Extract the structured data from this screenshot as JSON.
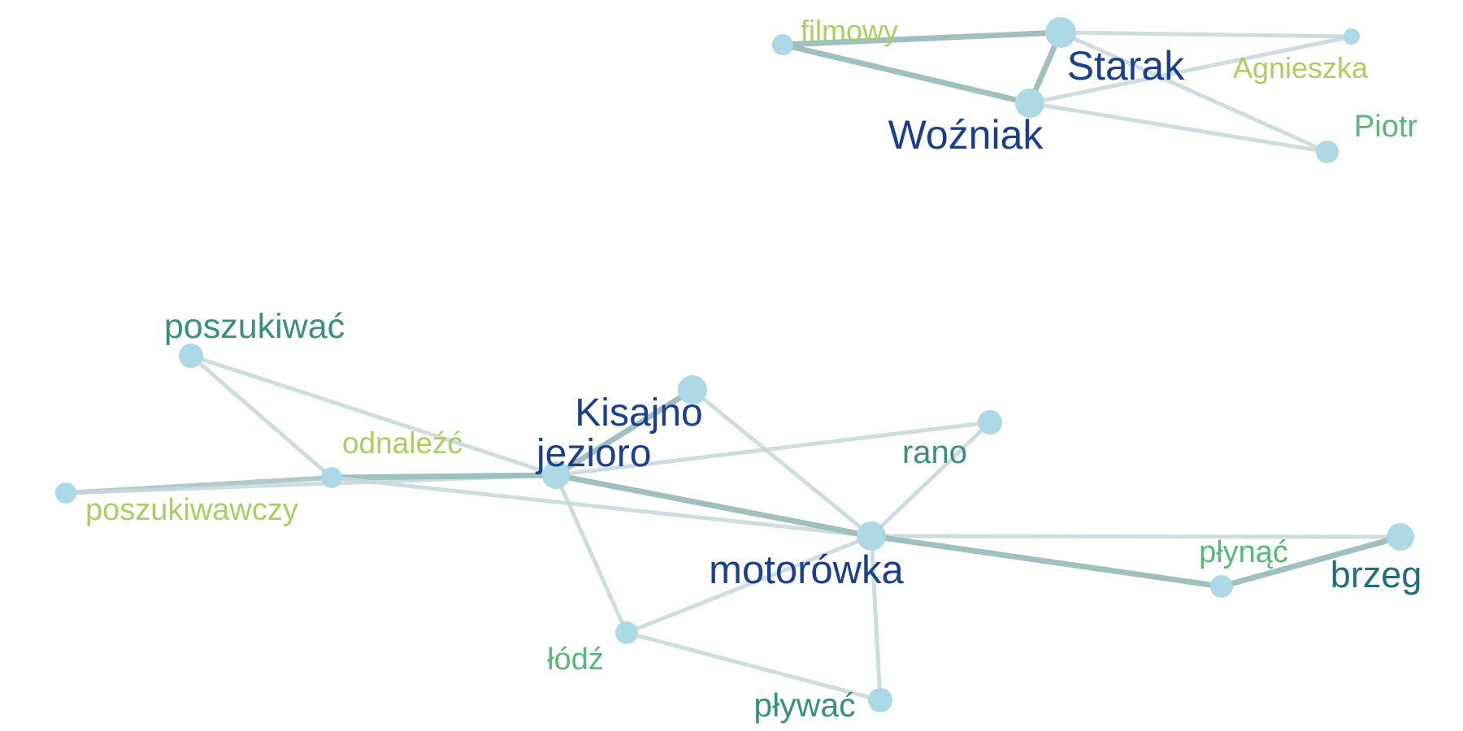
{
  "colors": {
    "background": "#ffffff",
    "node_fill": "#add8e6",
    "edge_light": "#c5d8da",
    "edge_dark": "#9bbdbd",
    "label_dark_blue": "#1a3f8f",
    "label_teal_dark": "#1f6f7f",
    "label_teal": "#3a9080",
    "label_green": "#58b878",
    "label_light_green": "#a8d060"
  },
  "nodes": [
    {
      "id": "filmowy",
      "label": "filmowy",
      "tone": "label_light_green"
    },
    {
      "id": "starak",
      "label": "Starak",
      "tone": "label_dark_blue"
    },
    {
      "id": "agnieszka",
      "label": "Agnieszka",
      "tone": "label_light_green"
    },
    {
      "id": "wozniak",
      "label": "Woźniak",
      "tone": "label_dark_blue"
    },
    {
      "id": "piotr",
      "label": "Piotr",
      "tone": "label_green"
    },
    {
      "id": "poszukiwac",
      "label": "poszukiwać",
      "tone": "label_teal"
    },
    {
      "id": "kisajno",
      "label": "Kisajno",
      "tone": "label_dark_blue"
    },
    {
      "id": "rano",
      "label": "rano",
      "tone": "label_teal"
    },
    {
      "id": "odnalezc",
      "label": "odnaleźć",
      "tone": "label_light_green"
    },
    {
      "id": "jezioro",
      "label": "jezioro",
      "tone": "label_dark_blue"
    },
    {
      "id": "poszukiwawczy",
      "label": "poszukiwawczy",
      "tone": "label_light_green"
    },
    {
      "id": "motorowka",
      "label": "motorówka",
      "tone": "label_dark_blue"
    },
    {
      "id": "brzeg",
      "label": "brzeg",
      "tone": "label_teal_dark"
    },
    {
      "id": "plynac",
      "label": "płynąć",
      "tone": "label_green"
    },
    {
      "id": "lodz",
      "label": "łódź",
      "tone": "label_green"
    },
    {
      "id": "plywac",
      "label": "pływać",
      "tone": "label_teal"
    }
  ],
  "edges": [
    {
      "source": "filmowy",
      "target": "starak",
      "strength": "strong"
    },
    {
      "source": "filmowy",
      "target": "wozniak",
      "strength": "strong"
    },
    {
      "source": "starak",
      "target": "wozniak",
      "strength": "strong"
    },
    {
      "source": "starak",
      "target": "agnieszka",
      "strength": "weak"
    },
    {
      "source": "wozniak",
      "target": "agnieszka",
      "strength": "weak"
    },
    {
      "source": "starak",
      "target": "piotr",
      "strength": "weak"
    },
    {
      "source": "wozniak",
      "target": "piotr",
      "strength": "weak"
    },
    {
      "source": "poszukiwac",
      "target": "odnalezc",
      "strength": "weak"
    },
    {
      "source": "poszukiwac",
      "target": "jezioro",
      "strength": "weak"
    },
    {
      "source": "poszukiwawczy",
      "target": "odnalezc",
      "strength": "medium"
    },
    {
      "source": "poszukiwawczy",
      "target": "jezioro",
      "strength": "weak"
    },
    {
      "source": "odnalezc",
      "target": "jezioro",
      "strength": "strong"
    },
    {
      "source": "odnalezc",
      "target": "motorowka",
      "strength": "weak"
    },
    {
      "source": "jezioro",
      "target": "kisajno",
      "strength": "strong"
    },
    {
      "source": "jezioro",
      "target": "rano",
      "strength": "weak"
    },
    {
      "source": "jezioro",
      "target": "motorowka",
      "strength": "strong"
    },
    {
      "source": "jezioro",
      "target": "lodz",
      "strength": "weak"
    },
    {
      "source": "kisajno",
      "target": "motorowka",
      "strength": "weak"
    },
    {
      "source": "rano",
      "target": "motorowka",
      "strength": "weak"
    },
    {
      "source": "motorowka",
      "target": "brzeg",
      "strength": "weak"
    },
    {
      "source": "motorowka",
      "target": "plynac",
      "strength": "strong"
    },
    {
      "source": "motorowka",
      "target": "lodz",
      "strength": "weak"
    },
    {
      "source": "motorowka",
      "target": "plywac",
      "strength": "weak"
    },
    {
      "source": "plynac",
      "target": "brzeg",
      "strength": "strong"
    },
    {
      "source": "lodz",
      "target": "plywac",
      "strength": "weak"
    }
  ]
}
